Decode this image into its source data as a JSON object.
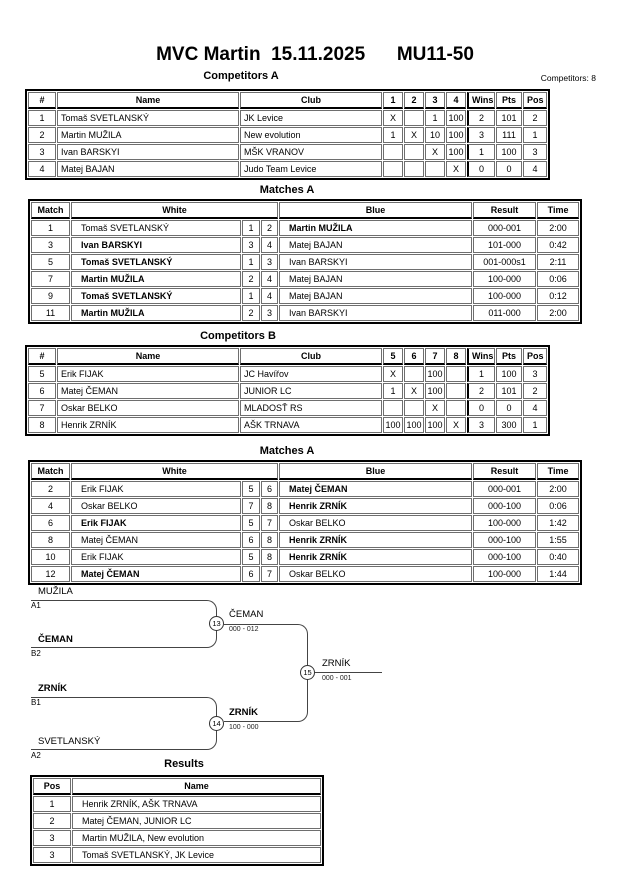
{
  "title": "MVC Martin  15.11.2025      MU11-50",
  "competitors_note": "Competitors: 8",
  "competitors_a": {
    "heading": "Competitors A",
    "headers": [
      "#",
      "Name",
      "Club",
      "1",
      "2",
      "3",
      "4",
      "Wins",
      "Pts",
      "Pos"
    ],
    "rows": [
      {
        "num": "1",
        "name": "Tomaš SVETLANSKÝ",
        "club": "JK Levice",
        "r1": "X",
        "r2": "",
        "r3": "1",
        "r4": "100",
        "wins": "2",
        "pts": "101",
        "pos": "2"
      },
      {
        "num": "2",
        "name": "Martin MUŽILA",
        "club": "New evolution",
        "r1": "1",
        "r2": "X",
        "r3": "10",
        "r4": "100",
        "wins": "3",
        "pts": "111",
        "pos": "1"
      },
      {
        "num": "3",
        "name": "Ivan BARSKYI",
        "club": "MŠK VRANOV",
        "r1": "",
        "r2": "",
        "r3": "X",
        "r4": "100",
        "wins": "1",
        "pts": "100",
        "pos": "3"
      },
      {
        "num": "4",
        "name": "Matej BAJAN",
        "club": "Judo Team Levice",
        "r1": "",
        "r2": "",
        "r3": "",
        "r4": "X",
        "wins": "0",
        "pts": "0",
        "pos": "4"
      }
    ]
  },
  "matches_a1": {
    "heading": "Matches A",
    "headers": {
      "match": "Match",
      "white": "White",
      "blue": "Blue",
      "result": "Result",
      "time": "Time"
    },
    "rows": [
      {
        "m": "1",
        "w": "Tomaš SVETLANSKÝ",
        "n1": "1",
        "n2": "2",
        "bl": "Martin MUŽILA",
        "res": "000-001",
        "t": "2:00"
      },
      {
        "m": "3",
        "w": "Ivan BARSKYI",
        "n1": "3",
        "n2": "4",
        "bl": "Matej BAJAN",
        "res": "101-000",
        "t": "0:42"
      },
      {
        "m": "5",
        "w": "Tomaš SVETLANSKÝ",
        "n1": "1",
        "n2": "3",
        "bl": "Ivan BARSKYI",
        "res": "001-000s1",
        "t": "2:11"
      },
      {
        "m": "7",
        "w": "Martin MUŽILA",
        "n1": "2",
        "n2": "4",
        "bl": "Matej BAJAN",
        "res": "100-000",
        "t": "0:06"
      },
      {
        "m": "9",
        "w": "Tomaš SVETLANSKÝ",
        "n1": "1",
        "n2": "4",
        "bl": "Matej BAJAN",
        "res": "100-000",
        "t": "0:12"
      },
      {
        "m": "11",
        "w": "Martin MUŽILA",
        "n1": "2",
        "n2": "3",
        "bl": "Ivan BARSKYI",
        "res": "011-000",
        "t": "2:00"
      }
    ]
  },
  "competitors_b": {
    "heading": "Competitors B",
    "headers": [
      "#",
      "Name",
      "Club",
      "5",
      "6",
      "7",
      "8",
      "Wins",
      "Pts",
      "Pos"
    ],
    "rows": [
      {
        "num": "5",
        "name": "Erik FIJAK",
        "club": "JC Havířov",
        "r1": "X",
        "r2": "",
        "r3": "100",
        "r4": "",
        "wins": "1",
        "pts": "100",
        "pos": "3"
      },
      {
        "num": "6",
        "name": "Matej ČEMAN",
        "club": "JUNIOR LC",
        "r1": "1",
        "r2": "X",
        "r3": "100",
        "r4": "",
        "wins": "2",
        "pts": "101",
        "pos": "2"
      },
      {
        "num": "7",
        "name": "Oskar BELKO",
        "club": "MLADOSŤ RS",
        "r1": "",
        "r2": "",
        "r3": "X",
        "r4": "",
        "wins": "0",
        "pts": "0",
        "pos": "4"
      },
      {
        "num": "8",
        "name": "Henrik ZRNÍK",
        "club": "AŠK TRNAVA",
        "r1": "100",
        "r2": "100",
        "r3": "100",
        "r4": "X",
        "wins": "3",
        "pts": "300",
        "pos": "1"
      }
    ]
  },
  "matches_a2": {
    "heading": "Matches A",
    "headers": {
      "match": "Match",
      "white": "White",
      "blue": "Blue",
      "result": "Result",
      "time": "Time"
    },
    "rows": [
      {
        "m": "2",
        "w": "Erik FIJAK",
        "n1": "5",
        "n2": "6",
        "bl": "Matej ČEMAN",
        "res": "000-001",
        "t": "2:00"
      },
      {
        "m": "4",
        "w": "Oskar BELKO",
        "n1": "7",
        "n2": "8",
        "bl": "Henrik ZRNÍK",
        "res": "000-100",
        "t": "0:06"
      },
      {
        "m": "6",
        "w": "Erik FIJAK",
        "n1": "5",
        "n2": "7",
        "bl": "Oskar BELKO",
        "res": "100-000",
        "t": "1:42"
      },
      {
        "m": "8",
        "w": "Matej ČEMAN",
        "n1": "6",
        "n2": "8",
        "bl": "Henrik ZRNÍK",
        "res": "000-100",
        "t": "1:55"
      },
      {
        "m": "10",
        "w": "Erik FIJAK",
        "n1": "5",
        "n2": "8",
        "bl": "Henrik ZRNÍK",
        "res": "000-100",
        "t": "0:40"
      },
      {
        "m": "12",
        "w": "Matej ČEMAN",
        "n1": "6",
        "n2": "7",
        "bl": "Oskar BELKO",
        "res": "100-000",
        "t": "1:44"
      }
    ]
  },
  "bracket": {
    "semifinal_1": {
      "slot_top": {
        "name": "MUŽILA",
        "seed": "A1"
      },
      "slot_bottom": {
        "name": "ČEMAN",
        "seed": "B2"
      },
      "match_no": "13",
      "winner": "ČEMAN",
      "score": "000 - 012"
    },
    "semifinal_2": {
      "slot_top": {
        "name": "ZRNÍK",
        "seed": "B1"
      },
      "slot_bottom": {
        "name": "SVETLANSKÝ",
        "seed": "A2"
      },
      "match_no": "14",
      "winner": "ZRNÍK",
      "score": "100 - 000"
    },
    "final": {
      "match_no": "15",
      "winner": "ZRNÍK",
      "score": "000 - 001"
    }
  },
  "results": {
    "heading": "Results",
    "headers": [
      "Pos",
      "Name"
    ],
    "rows": [
      {
        "pos": "1",
        "name": "Henrik ZRNÍK, AŠK TRNAVA"
      },
      {
        "pos": "2",
        "name": "Matej ČEMAN, JUNIOR LC"
      },
      {
        "pos": "3",
        "name": "Martin MUŽILA, New evolution"
      },
      {
        "pos": "3",
        "name": "Tomaš SVETLANSKÝ, JK Levice"
      }
    ]
  }
}
